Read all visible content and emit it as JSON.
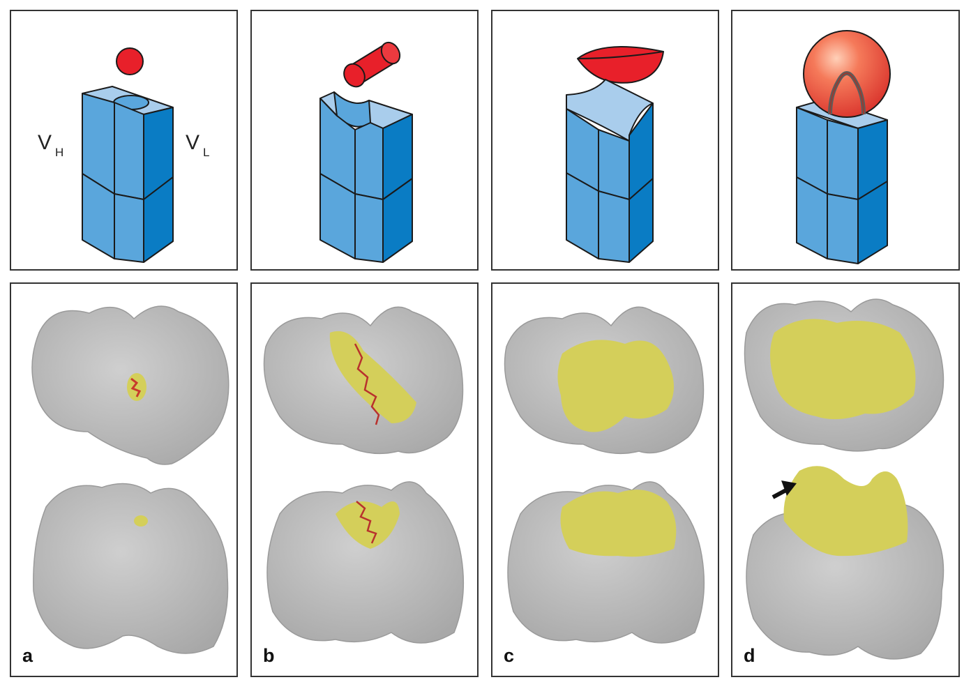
{
  "labels": {
    "vh_main": "V",
    "vh_sub": "H",
    "vl_main": "V",
    "vl_sub": "L"
  },
  "panels": [
    {
      "letter": "a",
      "antigen_shape": "small-sphere"
    },
    {
      "letter": "b",
      "antigen_shape": "cylinder"
    },
    {
      "letter": "c",
      "antigen_shape": "flattened-lens"
    },
    {
      "letter": "d",
      "antigen_shape": "large-sphere-with-loop"
    }
  ],
  "colors": {
    "domain_blue": "#5aa6dc",
    "domain_dark_blue": "#0a7cc4",
    "domain_top": "#a9cdec",
    "antigen_red": "#e8202a",
    "surface_gray": "#bdbdbd",
    "contact_yellow": "#d4cf5a",
    "ligand_red": "#b8312d"
  }
}
